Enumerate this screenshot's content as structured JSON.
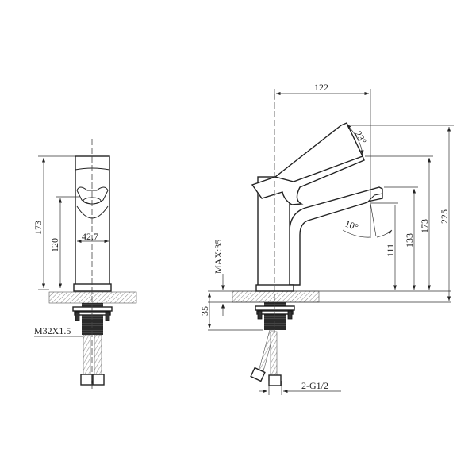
{
  "side_view": {
    "height_total": "173",
    "spout_height": "120",
    "body_diameter": "42.7",
    "thread": "M32X1.5"
  },
  "front_view": {
    "reach": "122",
    "handle_angle": "23°",
    "spout_angle": "10°",
    "height_total": "225",
    "handle_height": "173",
    "spout_height": "133",
    "outlet_height": "111",
    "max_deck_thickness": "MAX:35",
    "shank_length": "35",
    "hose_connection": "2-G1/2"
  }
}
